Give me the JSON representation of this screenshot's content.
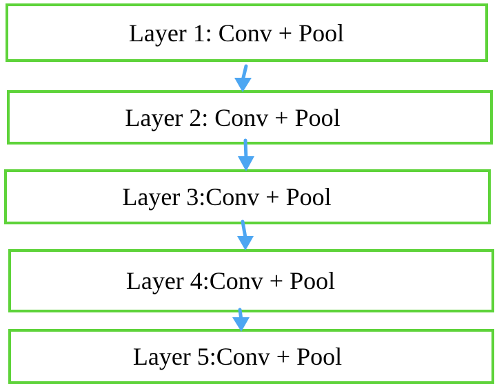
{
  "diagram": {
    "colors": {
      "box_border": "#5ed33a",
      "arrow": "#4da6f2",
      "text": "#000000"
    },
    "layers": [
      {
        "label": "Layer 1: Conv + Pool"
      },
      {
        "label": "Layer 2: Conv + Pool"
      },
      {
        "label": "Layer 3:Conv + Pool"
      },
      {
        "label": "Layer 4:Conv + Pool"
      },
      {
        "label": "Layer 5:Conv + Pool"
      }
    ]
  }
}
